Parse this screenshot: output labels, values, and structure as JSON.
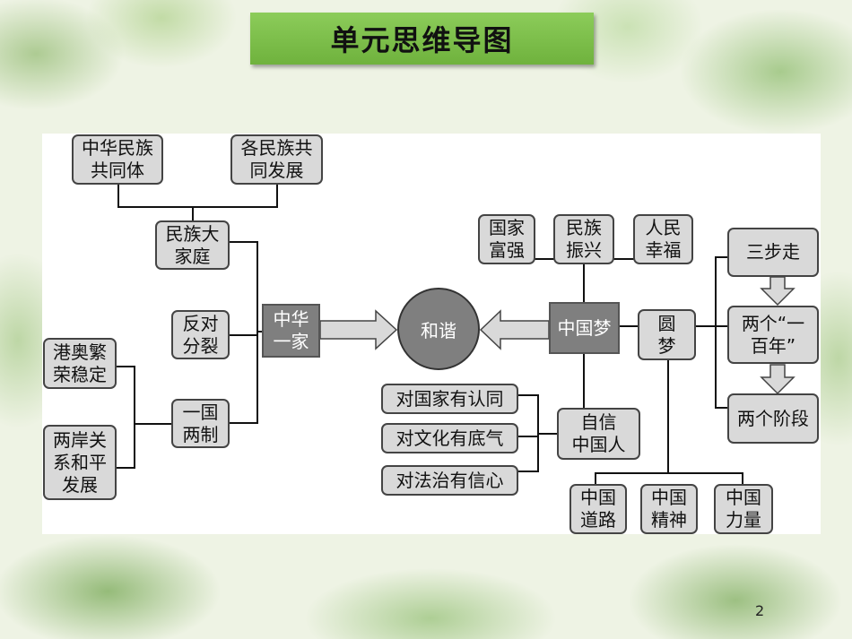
{
  "title": "单元思维导图",
  "center": "和谐",
  "left": {
    "hub": "中华\n一家",
    "branches": [
      {
        "label": "民族大\n家庭",
        "children": [
          "中华民族\n共同体",
          "各民族共\n同发展"
        ]
      },
      {
        "label": "反对\n分裂",
        "children": []
      },
      {
        "label": "一国\n两制",
        "children": [
          "港奥繁\n荣稳定",
          "两岸关\n系和平\n发展"
        ]
      }
    ]
  },
  "right": {
    "hub": "中国梦",
    "top": [
      "国家\n富强",
      "民族\n振兴",
      "人民\n幸福"
    ],
    "yuan_meng": "圆\n梦",
    "steps": [
      "三步走",
      "两个“一\n百年”",
      "两个阶段"
    ],
    "zixin": "自信\n中国人",
    "zixin_items": [
      "对国家有认同",
      "对文化有底气",
      "对法治有信心"
    ],
    "bottom": [
      "中国\n道路",
      "中国\n精神",
      "中国\n力量"
    ]
  },
  "page_number": "2",
  "colors": {
    "title_bg": "#7cbf4a",
    "box_fill": "#d9d9d9",
    "hub_fill": "#7f7f7f"
  }
}
